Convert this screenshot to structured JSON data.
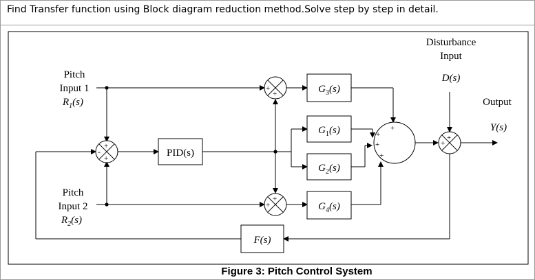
{
  "question": "Find  Transfer function using Block diagram reduction method.Solve step by step in detail.",
  "diagram": {
    "caption": "Figure 3: Pitch Control System",
    "input1": {
      "line1": "Pitch",
      "line2": "Input 1",
      "symbol": "R",
      "sub": "1",
      "arg": "(s)"
    },
    "input2": {
      "line1": "Pitch",
      "line2": "Input 2",
      "symbol": "R",
      "sub": "2",
      "arg": "(s)"
    },
    "disturbance": {
      "line1": "Disturbance",
      "line2": "Input",
      "symbol": "D(s)"
    },
    "output": {
      "label": "Output",
      "symbol": "Y(s)"
    },
    "blocks": {
      "pid": "PID(s)",
      "g1": {
        "symbol": "G",
        "sub": "1",
        "arg": "(s)"
      },
      "g2": {
        "symbol": "G",
        "sub": "2",
        "arg": "(s)"
      },
      "g3": {
        "symbol": "G",
        "sub": "3",
        "arg": "(s)"
      },
      "g4": {
        "symbol": "G",
        "sub": "4",
        "arg": "(s)"
      },
      "f": "F(s)"
    },
    "signs": {
      "plus": "+",
      "minus": "-"
    }
  }
}
